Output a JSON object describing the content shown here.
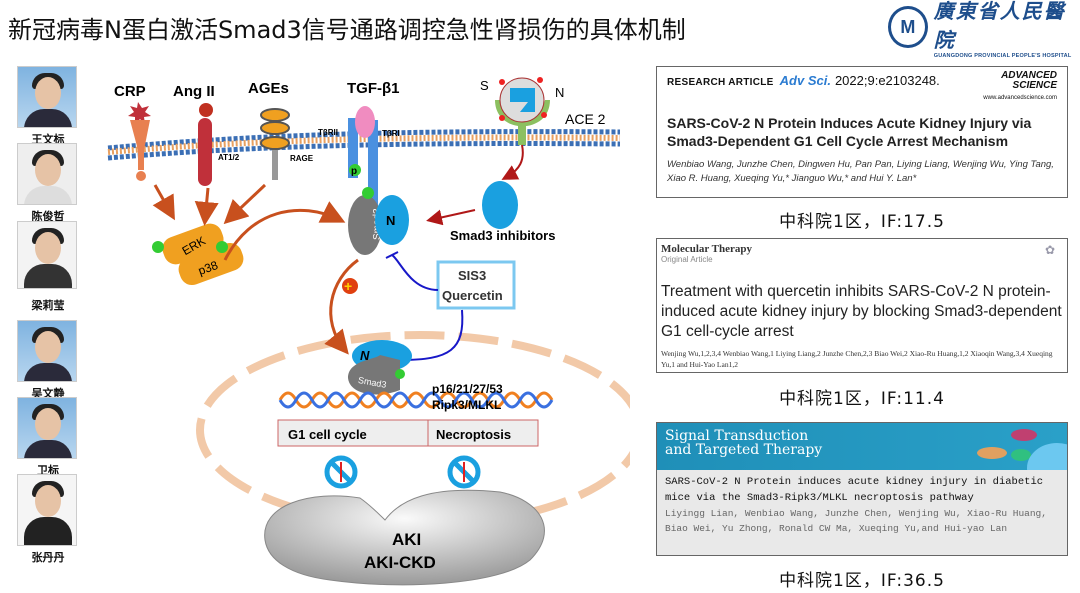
{
  "title": "新冠病毒N蛋白激活Smad3信号通路调控急性肾损伤的具体机制",
  "logo": {
    "name_cn": "廣東省人民醫院",
    "name_en": "GUANGDONG PROVINCIAL PEOPLE'S HOSPITAL"
  },
  "team": [
    {
      "name": "王文标"
    },
    {
      "name": "陈俊哲"
    },
    {
      "name": "梁莉莹"
    },
    {
      "name": "吴文静"
    },
    {
      "name": "卫标"
    },
    {
      "name": "张丹丹"
    }
  ],
  "diagram": {
    "ligands": {
      "crp": "CRP",
      "ang": "Ang II",
      "ages": "AGEs",
      "tgf": "TGF-β1"
    },
    "receptors": {
      "at": "AT1/2",
      "rage": "RAGE",
      "tbrii": "TβRII",
      "tbri": "TβRI",
      "ace2": "ACE 2",
      "s": "S",
      "n": "N"
    },
    "kinases": {
      "erk": "ERK",
      "p38": "p38",
      "p": "p"
    },
    "smad3": "Smad3",
    "n_protein": "N",
    "inhibitors_label": "Smad3 inhibitors",
    "inhibitors": {
      "sis3": "SIS3",
      "quercetin": "Quercetin"
    },
    "plus": "+",
    "genes": {
      "line1": "p16/21/27/53",
      "line2": "Ripk3/MLKL"
    },
    "outcomes": {
      "g1": "G1 cell cycle",
      "necro": "Necroptosis"
    },
    "disease": {
      "line1": "AKI",
      "line2": "AKI-CKD"
    }
  },
  "papers": [
    {
      "type": "RESEARCH ARTICLE",
      "journal": "Adv Sci.",
      "citation": "2022;9:e2103248.",
      "brand": "ADVANCED SCIENCE",
      "url": "www.advancedscience.com",
      "title": "SARS-CoV-2 N Protein Induces Acute Kidney Injury via Smad3-Dependent G1 Cell Cycle Arrest Mechanism",
      "authors": "Wenbiao Wang, Junzhe Chen, Dingwen Hu, Pan Pan, Liying Liang, Wenjing Wu, Ying Tang, Xiao R. Huang, Xueqing Yu,* Jianguo Wu,* and Hui Y. Lan*",
      "metric": "中科院1区，IF:17.5"
    },
    {
      "journal": "Molecular Therapy",
      "type": "Original Article",
      "title": "Treatment with quercetin inhibits SARS-CoV-2 N protein-induced acute kidney injury by blocking Smad3-dependent G1 cell-cycle arrest",
      "authors": "Wenjing Wu,1,2,3,4 Wenbiao Wang,1 Liying Liang,2 Junzhe Chen,2,3 Biao Wei,2 Xiao-Ru Huang,1,2 Xiaoqin Wang,3,4 Xueqing Yu,1 and Hui-Yao Lan1,2",
      "metric": "中科院1区，IF:11.4"
    },
    {
      "journal_line1": "Signal Transduction",
      "journal_line2": "and Targeted Therapy",
      "title": "SARS-CoV-2 N Protein induces acute kidney injury in diabetic mice via the Smad3-Ripk3/MLKL necroptosis pathway",
      "authors": "Liyingg Lian, Wenbiao Wang, Junzhe Chen, Wenjing Wu, Xiao-Ru Huang, Biao Wei, Yu Zhong, Ronald CW Ma, Xueqing Yu,and Hui-yao Lan",
      "metric": "中科院1区，IF:36.5"
    }
  ]
}
